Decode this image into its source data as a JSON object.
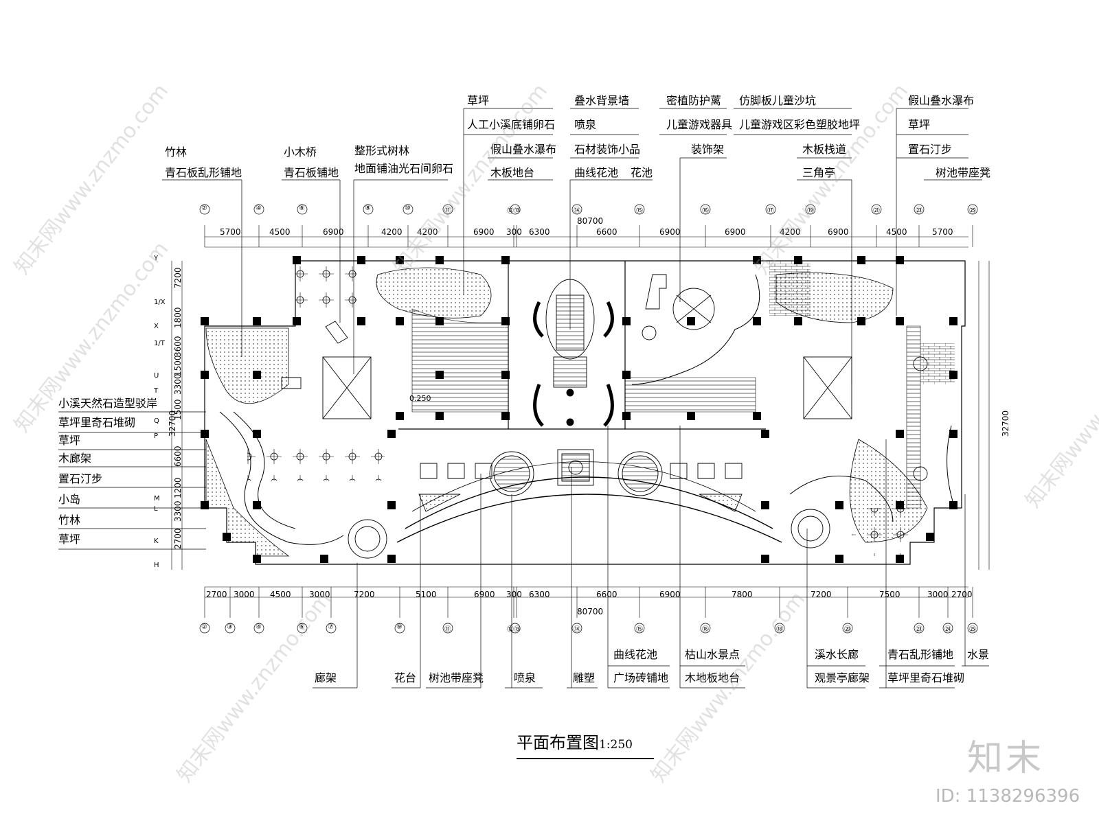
{
  "title": {
    "text": "平面布置图",
    "scale": "1:250"
  },
  "watermark": {
    "logo": "知末",
    "id": "ID: 1138296396",
    "diagonal": "知末网www.znzmo.com"
  },
  "total_dimension": "80700",
  "total_dimension_vertical": "32700",
  "top_axes": [
    "②",
    "④",
    "⑥",
    "⑧",
    "⑩",
    "⑪",
    "⑫⑬",
    "⑭",
    "⑮",
    "⑯",
    "⑰",
    "⑲",
    "㉑",
    "㉓",
    "㉕"
  ],
  "top_dims": [
    "5700",
    "4500",
    "6900",
    "4200",
    "4200",
    "6900",
    "300",
    "6300",
    "6600",
    "6900",
    "6900",
    "4200",
    "6900",
    "4500",
    "5700"
  ],
  "bottom_axes": [
    "②",
    "③",
    "④",
    "⑥",
    "⑦",
    "⑨",
    "⑪",
    "⑫⑬",
    "⑭",
    "⑮",
    "⑯",
    "⑱",
    "⑳",
    "㉓",
    "㉔",
    "㉕"
  ],
  "bottom_dims": [
    "2700",
    "3000",
    "4500",
    "3000",
    "7200",
    "5100",
    "6900",
    "300",
    "6300",
    "6600",
    "6900",
    "7800",
    "7200",
    "7500",
    "3000",
    "2700"
  ],
  "row_axes": [
    "Y",
    "1/X",
    "X",
    "1/T",
    "U",
    "T",
    "Q",
    "P",
    "M",
    "L",
    "K",
    "H"
  ],
  "row_dims": [
    "7200",
    "1800",
    "3600",
    "1500",
    "3300",
    "1500",
    "6600",
    "1200",
    "3300",
    "2700"
  ],
  "top_labels": [
    [
      "竹林",
      "青石板乱形铺地"
    ],
    [
      "小木桥",
      "青石板铺地"
    ],
    [
      "整形式树林",
      "地面铺油光石间卵石"
    ],
    [
      "草坪",
      "人工小溪底铺卵石",
      "假山叠水瀑布",
      "木板地台"
    ],
    [
      "叠水背景墙",
      "喷泉",
      "石材装饰小品",
      "曲线花池",
      "花池"
    ],
    [
      "密植防护蓠",
      "儿童游戏器具",
      "装饰架"
    ],
    [
      "仿脚板儿童沙坑",
      "儿童游戏区彩色塑胶地坪",
      "木板栈道",
      "三角亭"
    ],
    [
      "假山叠水瀑布",
      "草坪",
      "置石汀步",
      "树池带座凳"
    ]
  ],
  "left_labels": [
    "小溪天然石造型驳岸",
    "草坪里奇石堆砌",
    "草坪",
    "木廊架",
    "置石汀步",
    "小岛",
    "竹林",
    "草坪"
  ],
  "bottom_labels": [
    "廊架",
    "花台",
    "树池带座凳",
    "喷泉",
    "雕塑",
    "曲线花池",
    "广场砖铺地",
    "枯山水景点",
    "木地板地台",
    "溪水长廊",
    "观景亭廊架",
    "青石乱形铺地",
    "草坪里奇石堆砌",
    "水景"
  ],
  "inner_label": "0.250"
}
